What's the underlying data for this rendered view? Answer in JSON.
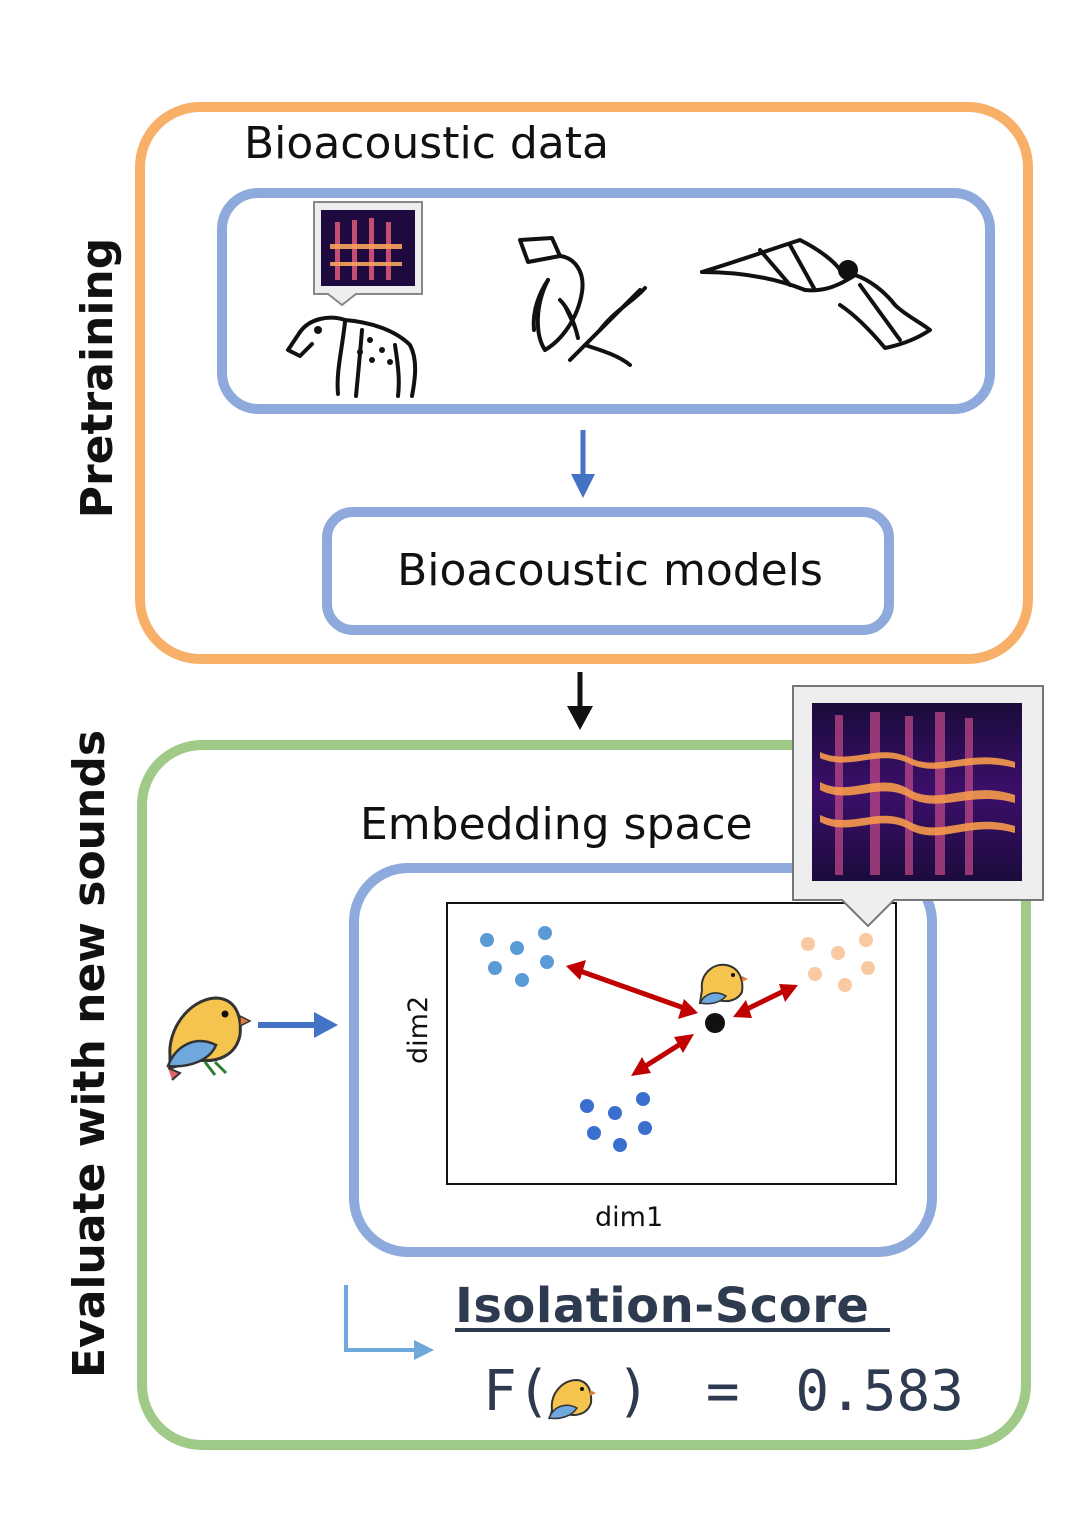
{
  "pretraining": {
    "side_label": "Pretraining",
    "data_title": "Bioacoustic data",
    "models_label": "Bioacoustic models",
    "animals": [
      "hyena-icon",
      "bird-icon",
      "bat-icon"
    ]
  },
  "evaluation": {
    "side_label": "Evaluate with new sounds",
    "embedding_title": "Embedding space",
    "xlabel": "dim1",
    "ylabel": "dim2"
  },
  "score": {
    "title": "Isolation-Score",
    "func_open": "F(",
    "func_close": ")",
    "equals": "=",
    "value": "0.583"
  },
  "colors": {
    "pretraining_border": "#f8b068",
    "eval_border": "#9fca87",
    "inner_border": "#8ea9db",
    "arrow_blue": "#4472c4",
    "arrow_red": "#c00000",
    "cluster_light_blue": "#5b9bd5",
    "cluster_dark_blue": "#3a6fd0",
    "cluster_orange": "#f9c9a1",
    "score_text": "#2e3a4f"
  }
}
